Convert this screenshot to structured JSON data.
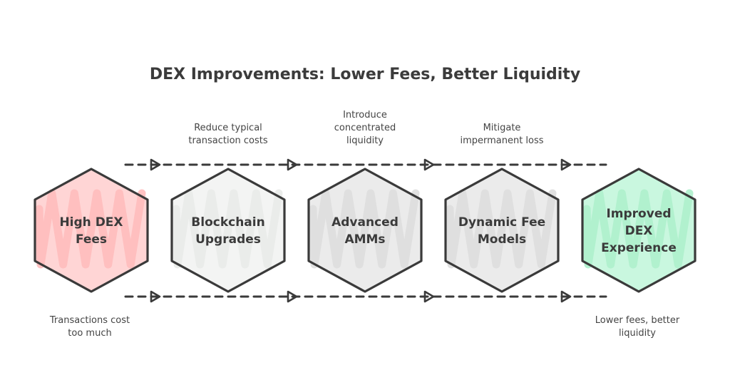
{
  "diagram": {
    "title": "DEX Improvements: Lower Fees, Better Liquidity",
    "nodes": [
      {
        "id": "high-dex-fees",
        "label": [
          "High DEX",
          "Fees"
        ],
        "fill": "#ffd5d5",
        "hatch": "#ffbcbc"
      },
      {
        "id": "blockchain-upgrades",
        "label": [
          "Blockchain",
          "Upgrades"
        ],
        "fill": "#f3f4f3",
        "hatch": "#e9ebe9"
      },
      {
        "id": "advanced-amms",
        "label": [
          "Advanced",
          "AMMs"
        ],
        "fill": "#ebebeb",
        "hatch": "#dedede"
      },
      {
        "id": "dynamic-fee-models",
        "label": [
          "Dynamic Fee",
          "Models"
        ],
        "fill": "#ebebeb",
        "hatch": "#dedede"
      },
      {
        "id": "improved-dex-experience",
        "label": [
          "Improved",
          "DEX",
          "Experience"
        ],
        "fill": "#c9f7df",
        "hatch": "#aef0cc"
      }
    ],
    "top_notes": [
      [
        "Reduce typical",
        "transaction costs"
      ],
      [
        "Introduce",
        "concentrated",
        "liquidity"
      ],
      [
        "Mitigate",
        "impermanent loss"
      ]
    ],
    "bottom_notes": {
      "start": [
        "Transactions cost",
        "too much"
      ],
      "end": [
        "Lower fees, better",
        "liquidity"
      ]
    },
    "colors": {
      "stroke": "#3a3a3a",
      "text": "#3b3b3b"
    }
  }
}
